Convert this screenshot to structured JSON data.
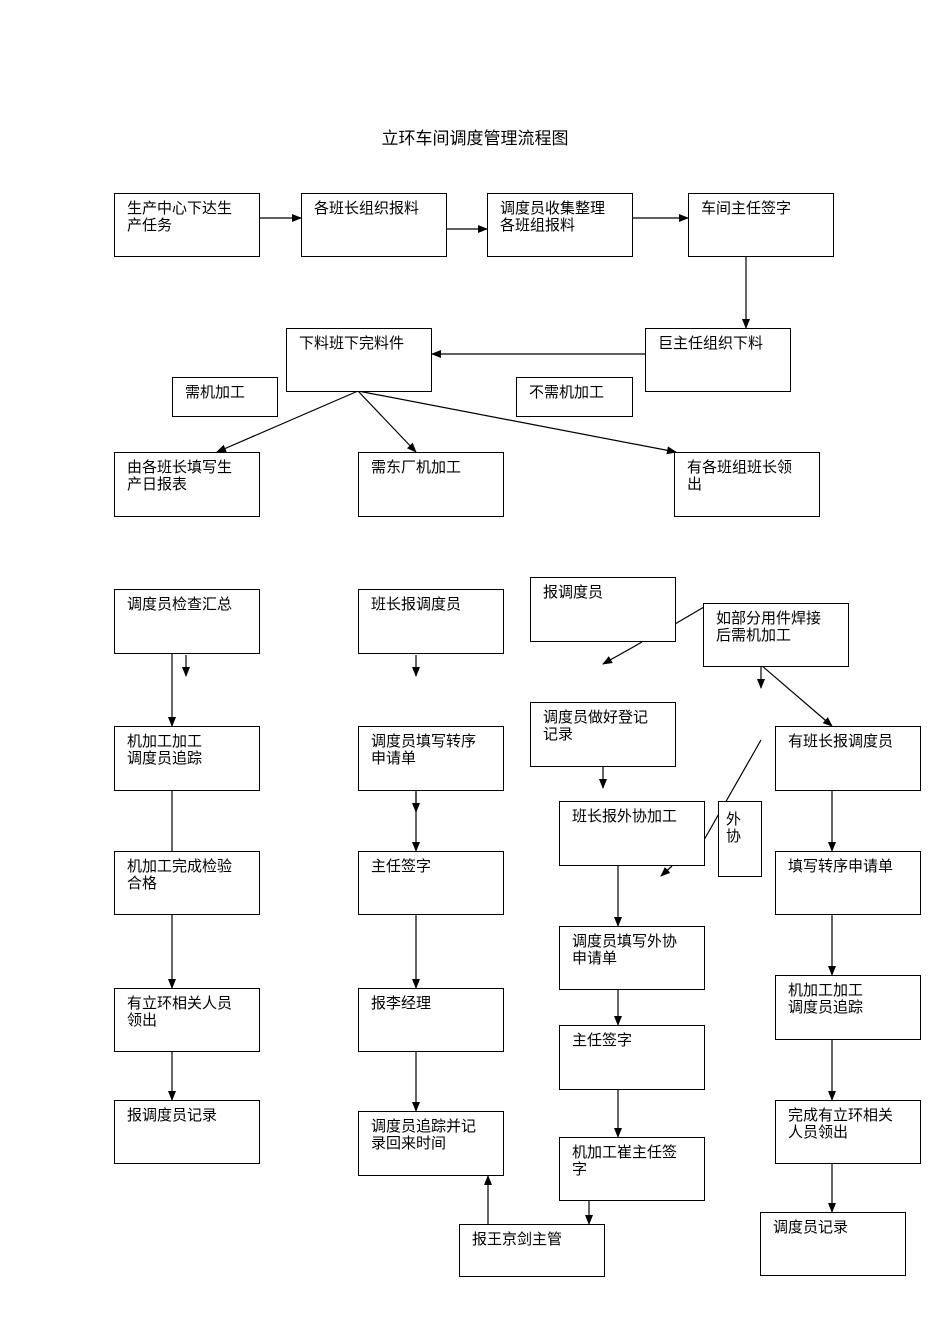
{
  "title": "立环车间调度管理流程图",
  "nodes": {
    "n1": "生产中心下达生\n产任务",
    "n2": "各班长组织报料",
    "n3": "调度员收集整理\n各班组报料",
    "n4": "车间主任签字",
    "n5": "巨主任组织下料",
    "n6": "下料班下完料件",
    "n7": "需机加工",
    "n8": "不需机加工",
    "n9": "由各班长填写生\n产日报表",
    "n10": "需东厂机加工",
    "n11": "有各班组班长领\n出",
    "c1_1": "调度员检查汇总",
    "c1_2": "机加工加工\n调度员追踪",
    "c1_3": "机加工完成检验\n合格",
    "c1_4": "有立环相关人员\n领出",
    "c1_5": "报调度员记录",
    "c2_1": "班长报调度员",
    "c2_2": "调度员填写转序\n申请单",
    "c2_3": "主任签字",
    "c2_4": "报李经理",
    "c2_5": "调度员追踪并记\n录回来时间",
    "c2_6": "报王京剑主管",
    "c3_1": "报调度员",
    "c3_2": "调度员做好登记\n记录",
    "c3_3": "班长报外协加工",
    "c3_4": "外\n协",
    "c3_5": "调度员填写外协\n申请单",
    "c3_6": "主任签字",
    "c3_7": "机加工崔主任签\n字",
    "c4_1": "如部分用件焊接\n后需机加工",
    "c4_2": "有班长报调度员",
    "c4_3": "填写转序申请单",
    "c4_4": "机加工加工\n调度员追踪",
    "c4_5": "完成有立环相关\n人员领出",
    "c4_6": "调度员记录"
  }
}
